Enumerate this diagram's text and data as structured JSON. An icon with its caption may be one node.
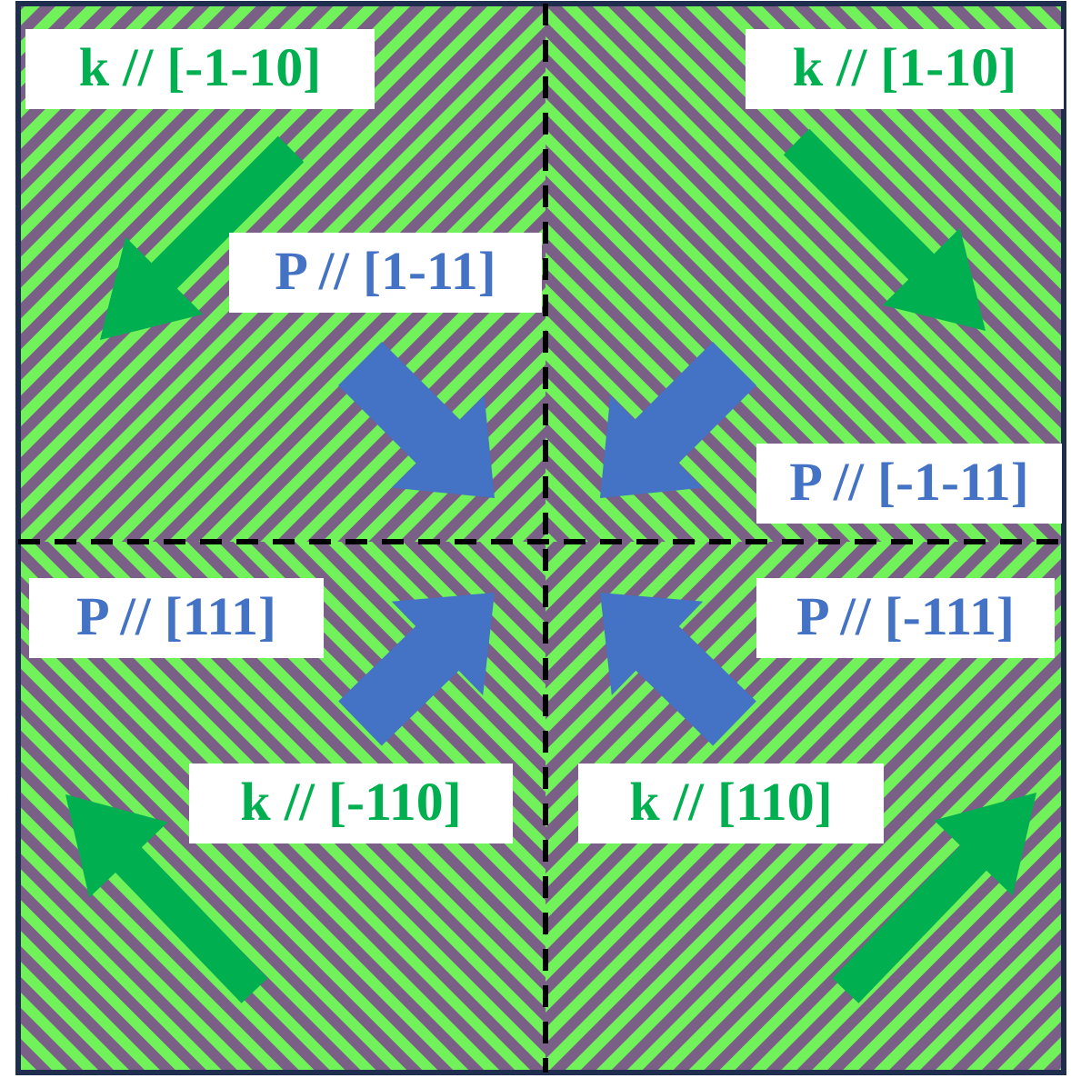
{
  "diagram": {
    "labels": [
      "k // [-1-10]",
      "k // [1-10]",
      "P // [1-11]",
      "P // [-1-11]",
      "P // [111]",
      "P // [-111]",
      "k // [-110]",
      "k // [110]"
    ]
  }
}
